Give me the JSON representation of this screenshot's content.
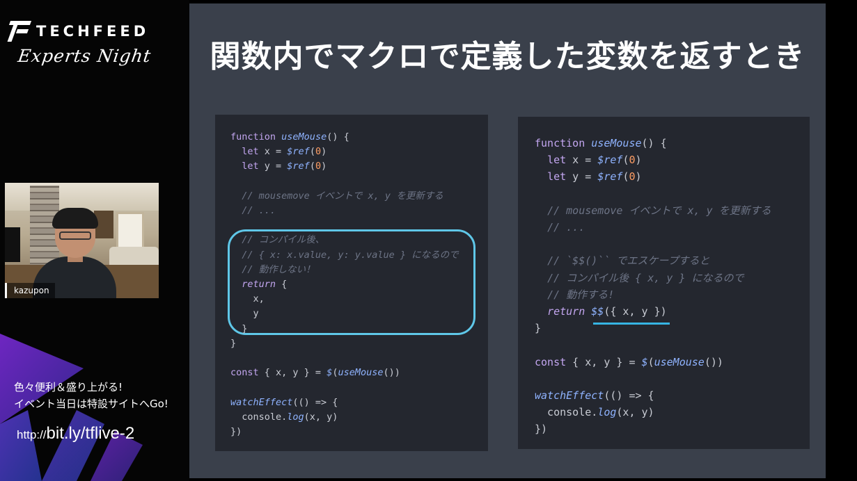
{
  "branding": {
    "logo_text": "TECHFEED",
    "event_name": "Experts Night"
  },
  "webcam": {
    "speaker_name": "kazupon"
  },
  "promo": {
    "line1": "色々便利＆盛り上がる!",
    "line2": "イベント当日は特設サイトへGo!",
    "url_protocol": "http://",
    "url_path": "bit.ly/tflive-2"
  },
  "slide": {
    "title": "関数内でマクロで定義した変数を返すとき",
    "left_code": [
      "function useMouse() {",
      "  let x = $ref(0)",
      "  let y = $ref(0)",
      "",
      "  // mousemove イベントで x, y を更新する",
      "  // ...",
      "",
      "  // コンパイル後、",
      "  // { x: x.value, y: y.value } になるので",
      "  // 動作しない！",
      "  return {",
      "    x,",
      "    y",
      "  }",
      "}",
      "",
      "const { x, y } = $(useMouse())",
      "",
      "watchEffect(() => {",
      "  console.log(x, y)",
      "})"
    ],
    "right_code": [
      "function useMouse() {",
      "  let x = $ref(0)",
      "  let y = $ref(0)",
      "",
      "  // mousemove イベントで x, y を更新する",
      "  // ...",
      "",
      "  // `$$()`` でエスケープすると",
      "  // コンパイル後 { x, y } になるので",
      "  // 動作する!",
      "  return $$({ x, y })",
      "}",
      "",
      "const { x, y } = $(useMouse())",
      "",
      "watchEffect(() => {",
      "  console.log(x, y)",
      "})"
    ]
  },
  "colors": {
    "slide_bg": "#3a404b",
    "code_bg": "#24272f",
    "highlight": "#5fc7e8",
    "keyword": "#c3a6f0",
    "function": "#8fb3ff",
    "number": "#ff9e64",
    "comment": "#6d7486"
  }
}
